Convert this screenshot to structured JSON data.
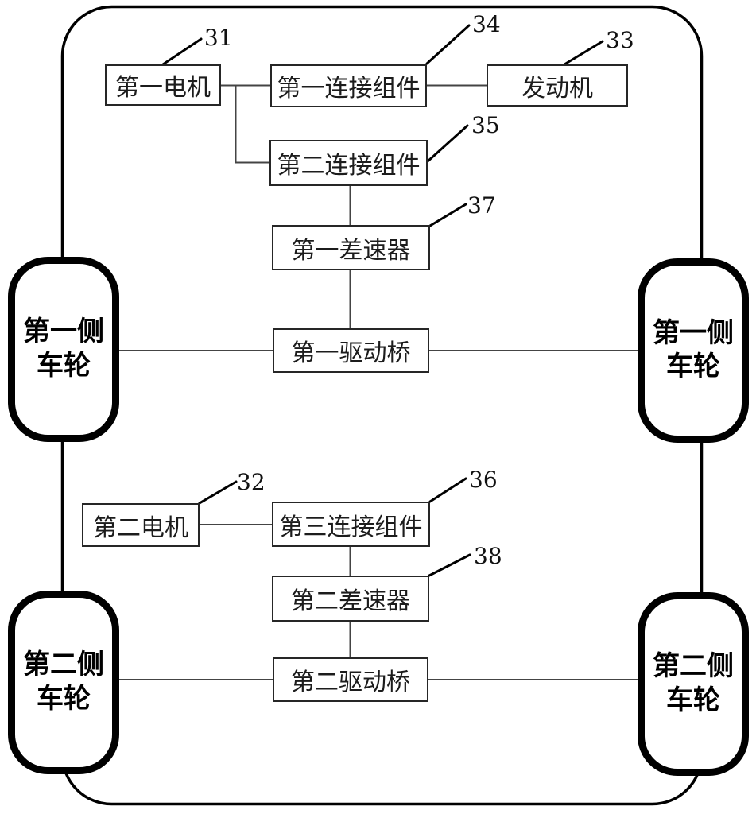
{
  "figure": {
    "type": "patent-block-diagram",
    "background_color": "#ffffff",
    "line_color": "#000000",
    "connector_color": "#444444"
  },
  "boxes": {
    "motor1": {
      "label": "第一电机",
      "ref": "31"
    },
    "conn1": {
      "label": "第一连接组件",
      "ref": "34"
    },
    "engine": {
      "label": "发动机",
      "ref": "33"
    },
    "conn2": {
      "label": "第二连接组件",
      "ref": "35"
    },
    "diff1": {
      "label": "第一差速器",
      "ref": "37"
    },
    "axle1": {
      "label": "第一驱动桥"
    },
    "motor2": {
      "label": "第二电机",
      "ref": "32"
    },
    "conn3": {
      "label": "第三连接组件",
      "ref": "36"
    },
    "diff2": {
      "label": "第二差速器",
      "ref": "38"
    },
    "axle2": {
      "label": "第二驱动桥"
    }
  },
  "wheels": {
    "front_left": {
      "line1": "第一侧",
      "line2": "车轮"
    },
    "front_right": {
      "line1": "第一侧",
      "line2": "车轮"
    },
    "rear_left": {
      "line1": "第二侧",
      "line2": "车轮"
    },
    "rear_right": {
      "line1": "第二侧",
      "line2": "车轮"
    }
  }
}
